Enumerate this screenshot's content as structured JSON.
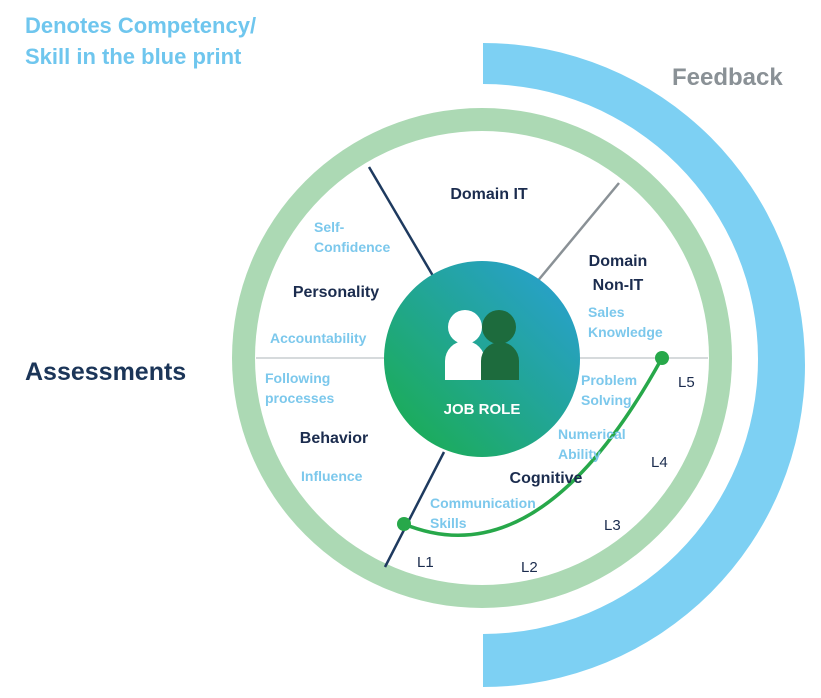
{
  "legend": {
    "line1": "Denotes Competency/",
    "line2": "Skill in the blue print"
  },
  "feedback_label": "Feedback",
  "assessments_label": "Assessments",
  "center": {
    "label": "JOB ROLE",
    "icon": "two-people-icon"
  },
  "categories": {
    "domain_it": "Domain IT",
    "domain_non_it_1": "Domain",
    "domain_non_it_2": "Non-IT",
    "personality": "Personality",
    "behavior": "Behavior",
    "cognitive": "Cognitive"
  },
  "skills": {
    "self_confidence_1": "Self-",
    "self_confidence_2": "Confidence",
    "accountability": "Accountability",
    "sales_knowledge_1": "Sales",
    "sales_knowledge_2": "Knowledge",
    "following_processes_1": "Following",
    "following_processes_2": "processes",
    "influence": "Influence",
    "problem_solving_1": "Problem",
    "problem_solving_2": "Solving",
    "numerical_ability_1": "Numerical",
    "numerical_ability_2": "Ability",
    "communication_skills_1": "Communication",
    "communication_skills_2": "Skills"
  },
  "levels": [
    "L1",
    "L2",
    "L3",
    "L4",
    "L5"
  ],
  "colors": {
    "feedback_arc": "#7dd0f3",
    "outer_ring": "#aad8b2",
    "divider_dark": "#1e3a5f",
    "divider_grey": "#8a9196",
    "level_arc": "#27a84a",
    "center_gradient_start": "#1fae4b",
    "center_gradient_end": "#2a9fd8"
  }
}
